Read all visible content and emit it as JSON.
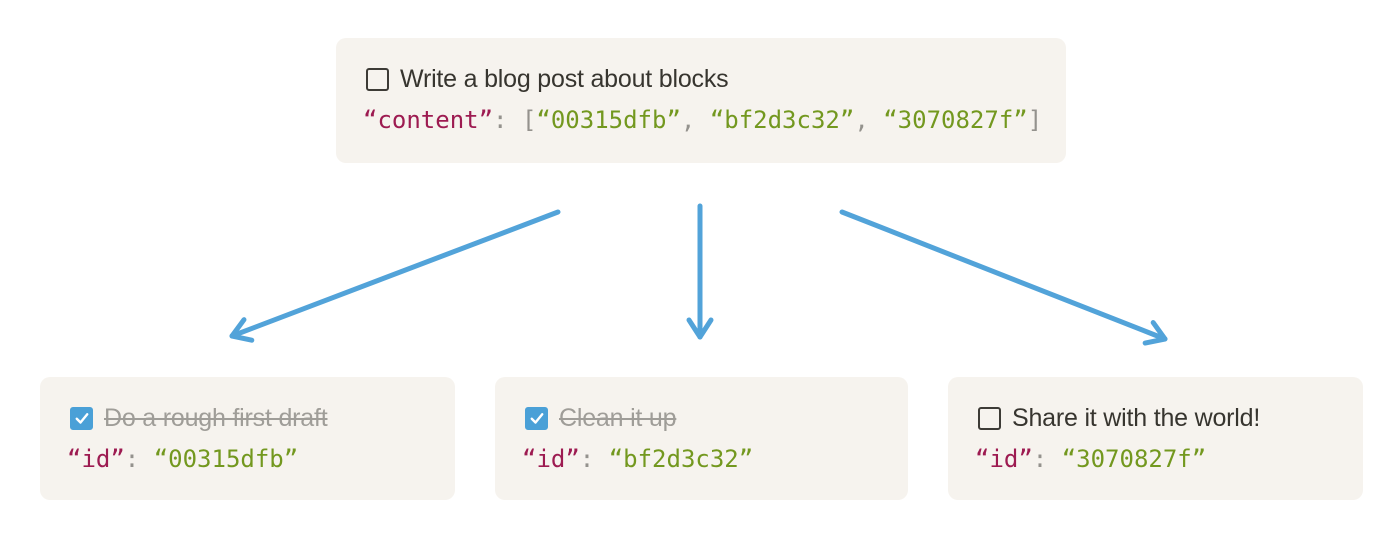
{
  "colors": {
    "page_bg": "#ffffff",
    "box_bg": "#f6f3ee",
    "text_dark": "#37352f",
    "text_muted": "#9f9d98",
    "code_key": "#9d1b51",
    "code_string": "#73981f",
    "code_punct": "#94928d",
    "arrow_blue": "#52a3d9",
    "checkbox_blue": "#4aa0d7",
    "checkbox_border": "#3d3b36"
  },
  "parent_block": {
    "todo_label": "Write a blog post about blocks",
    "checked": false,
    "code": {
      "key": "“content”",
      "colon": ": ",
      "bracket_open": "[",
      "items": [
        "“00315dfb”",
        "“bf2d3c32”",
        "“3070827f”"
      ],
      "comma": ", ",
      "bracket_close": "]"
    }
  },
  "child_blocks": [
    {
      "todo_label": "Do a rough first draft",
      "checked": true,
      "code": {
        "key": "“id”",
        "colon": ": ",
        "value": "“00315dfb”"
      }
    },
    {
      "todo_label": "Clean it up",
      "checked": true,
      "code": {
        "key": "“id”",
        "colon": ": ",
        "value": "“bf2d3c32”"
      }
    },
    {
      "todo_label": "Share it with the world!",
      "checked": false,
      "code": {
        "key": "“id”",
        "colon": ": ",
        "value": "“3070827f”"
      }
    }
  ]
}
